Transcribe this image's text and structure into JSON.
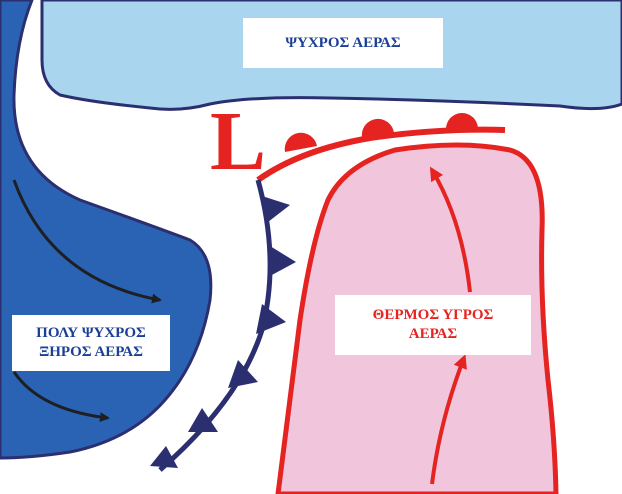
{
  "labels": {
    "cold_air": "ΨΥΧΡΟΣ ΑΕΡΑΣ",
    "very_cold_dry_air_line1": "ΠΟΛΥ ΨΥΧΡΟΣ",
    "very_cold_dry_air_line2": "ΞΗΡΟΣ ΑΕΡΑΣ",
    "warm_moist_air_line1": "ΘΕΡΜΟΣ ΥΓΡΟΣ",
    "warm_moist_air_line2": "ΑΕΡΑΣ",
    "low_pressure": "L"
  },
  "colors": {
    "cold_air_fill": "#a9d5ef",
    "very_cold_fill": "#2b63b4",
    "warm_fill": "#f1c6dc",
    "front_red": "#e52421",
    "outline_navy": "#2b2f70",
    "arrow_dark": "#1d1f22",
    "label_blue": "#1b3f94"
  }
}
